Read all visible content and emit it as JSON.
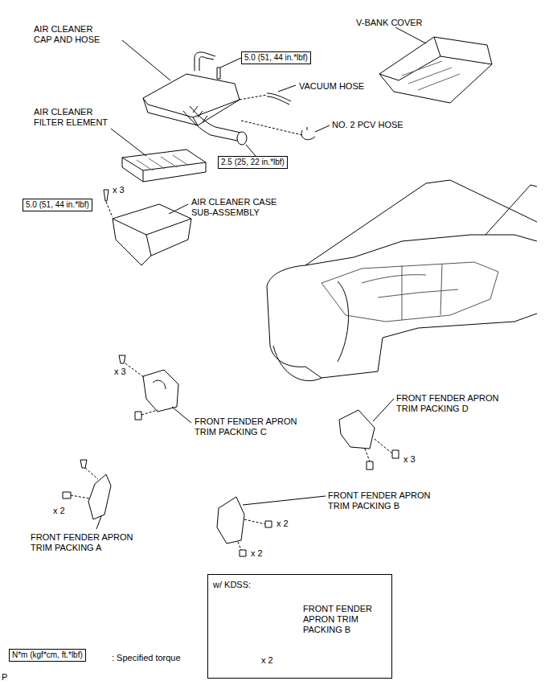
{
  "diagram": {
    "nodes": [
      {
        "text": [
          "5.0 (51, 44 in.*lbf)"
        ]
      },
      {
        "text": [
          "2.5 (25, 22 in.*lbf)"
        ]
      },
      {
        "text": [
          "5.0 (51, 44 in.*lbf)"
        ]
      },
      {
        "text": [
          "w/ KDSS:",
          "FRONT FENDER APRON TRIM PACKING B",
          "x 2"
        ]
      },
      {
        "text": [
          "N*m (kgf*cm, ft.*lbf)"
        ]
      }
    ],
    "labels": [
      "AIR CLEANER CAP AND HOSE",
      "V-BANK COVER",
      "VACUUM HOSE",
      "NO. 2 PCV HOSE",
      "AIR CLEANER FILTER ELEMENT",
      "x 3",
      "AIR CLEANER CASE SUB-ASSEMBLY",
      "x 3",
      "FRONT FENDER APRON TRIM PACKING C",
      "FRONT FENDER APRON TRIM PACKING D",
      "x 3",
      "x 2",
      "FRONT FENDER APRON TRIM PACKING A",
      "FRONT FENDER APRON TRIM PACKING B",
      "x 2",
      "x 2",
      ": Specified torque",
      "P"
    ]
  }
}
